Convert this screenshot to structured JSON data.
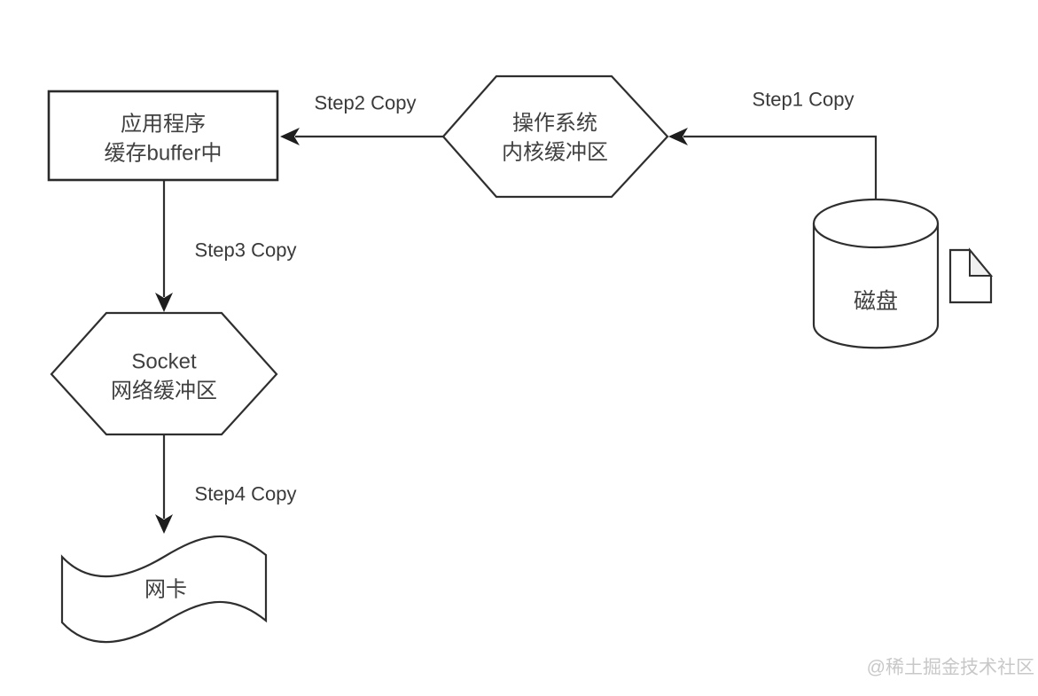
{
  "diagram": {
    "nodes": {
      "app_buffer": {
        "lines": [
          "应用程序",
          "缓存buffer中"
        ]
      },
      "os_kernel_buffer": {
        "lines": [
          "操作系统",
          "内核缓冲区"
        ]
      },
      "disk": {
        "label": "磁盘"
      },
      "socket_buffer": {
        "lines": [
          "Socket",
          "网络缓冲区"
        ]
      },
      "nic": {
        "label": "网卡"
      }
    },
    "steps": {
      "step1": {
        "label": "Step1 Copy"
      },
      "step2": {
        "label": "Step2 Copy"
      },
      "step3": {
        "label": "Step3 Copy"
      },
      "step4": {
        "label": "Step4 Copy"
      }
    },
    "watermark": "@稀土掘金技术社区",
    "colors": {
      "background": "#ffffff",
      "stroke": "#2f2f2f",
      "text": "#404040",
      "step_label": "#3a3a3a",
      "watermark": "#c8c8c8",
      "note_fold_fill": "#f0f0f0"
    }
  }
}
